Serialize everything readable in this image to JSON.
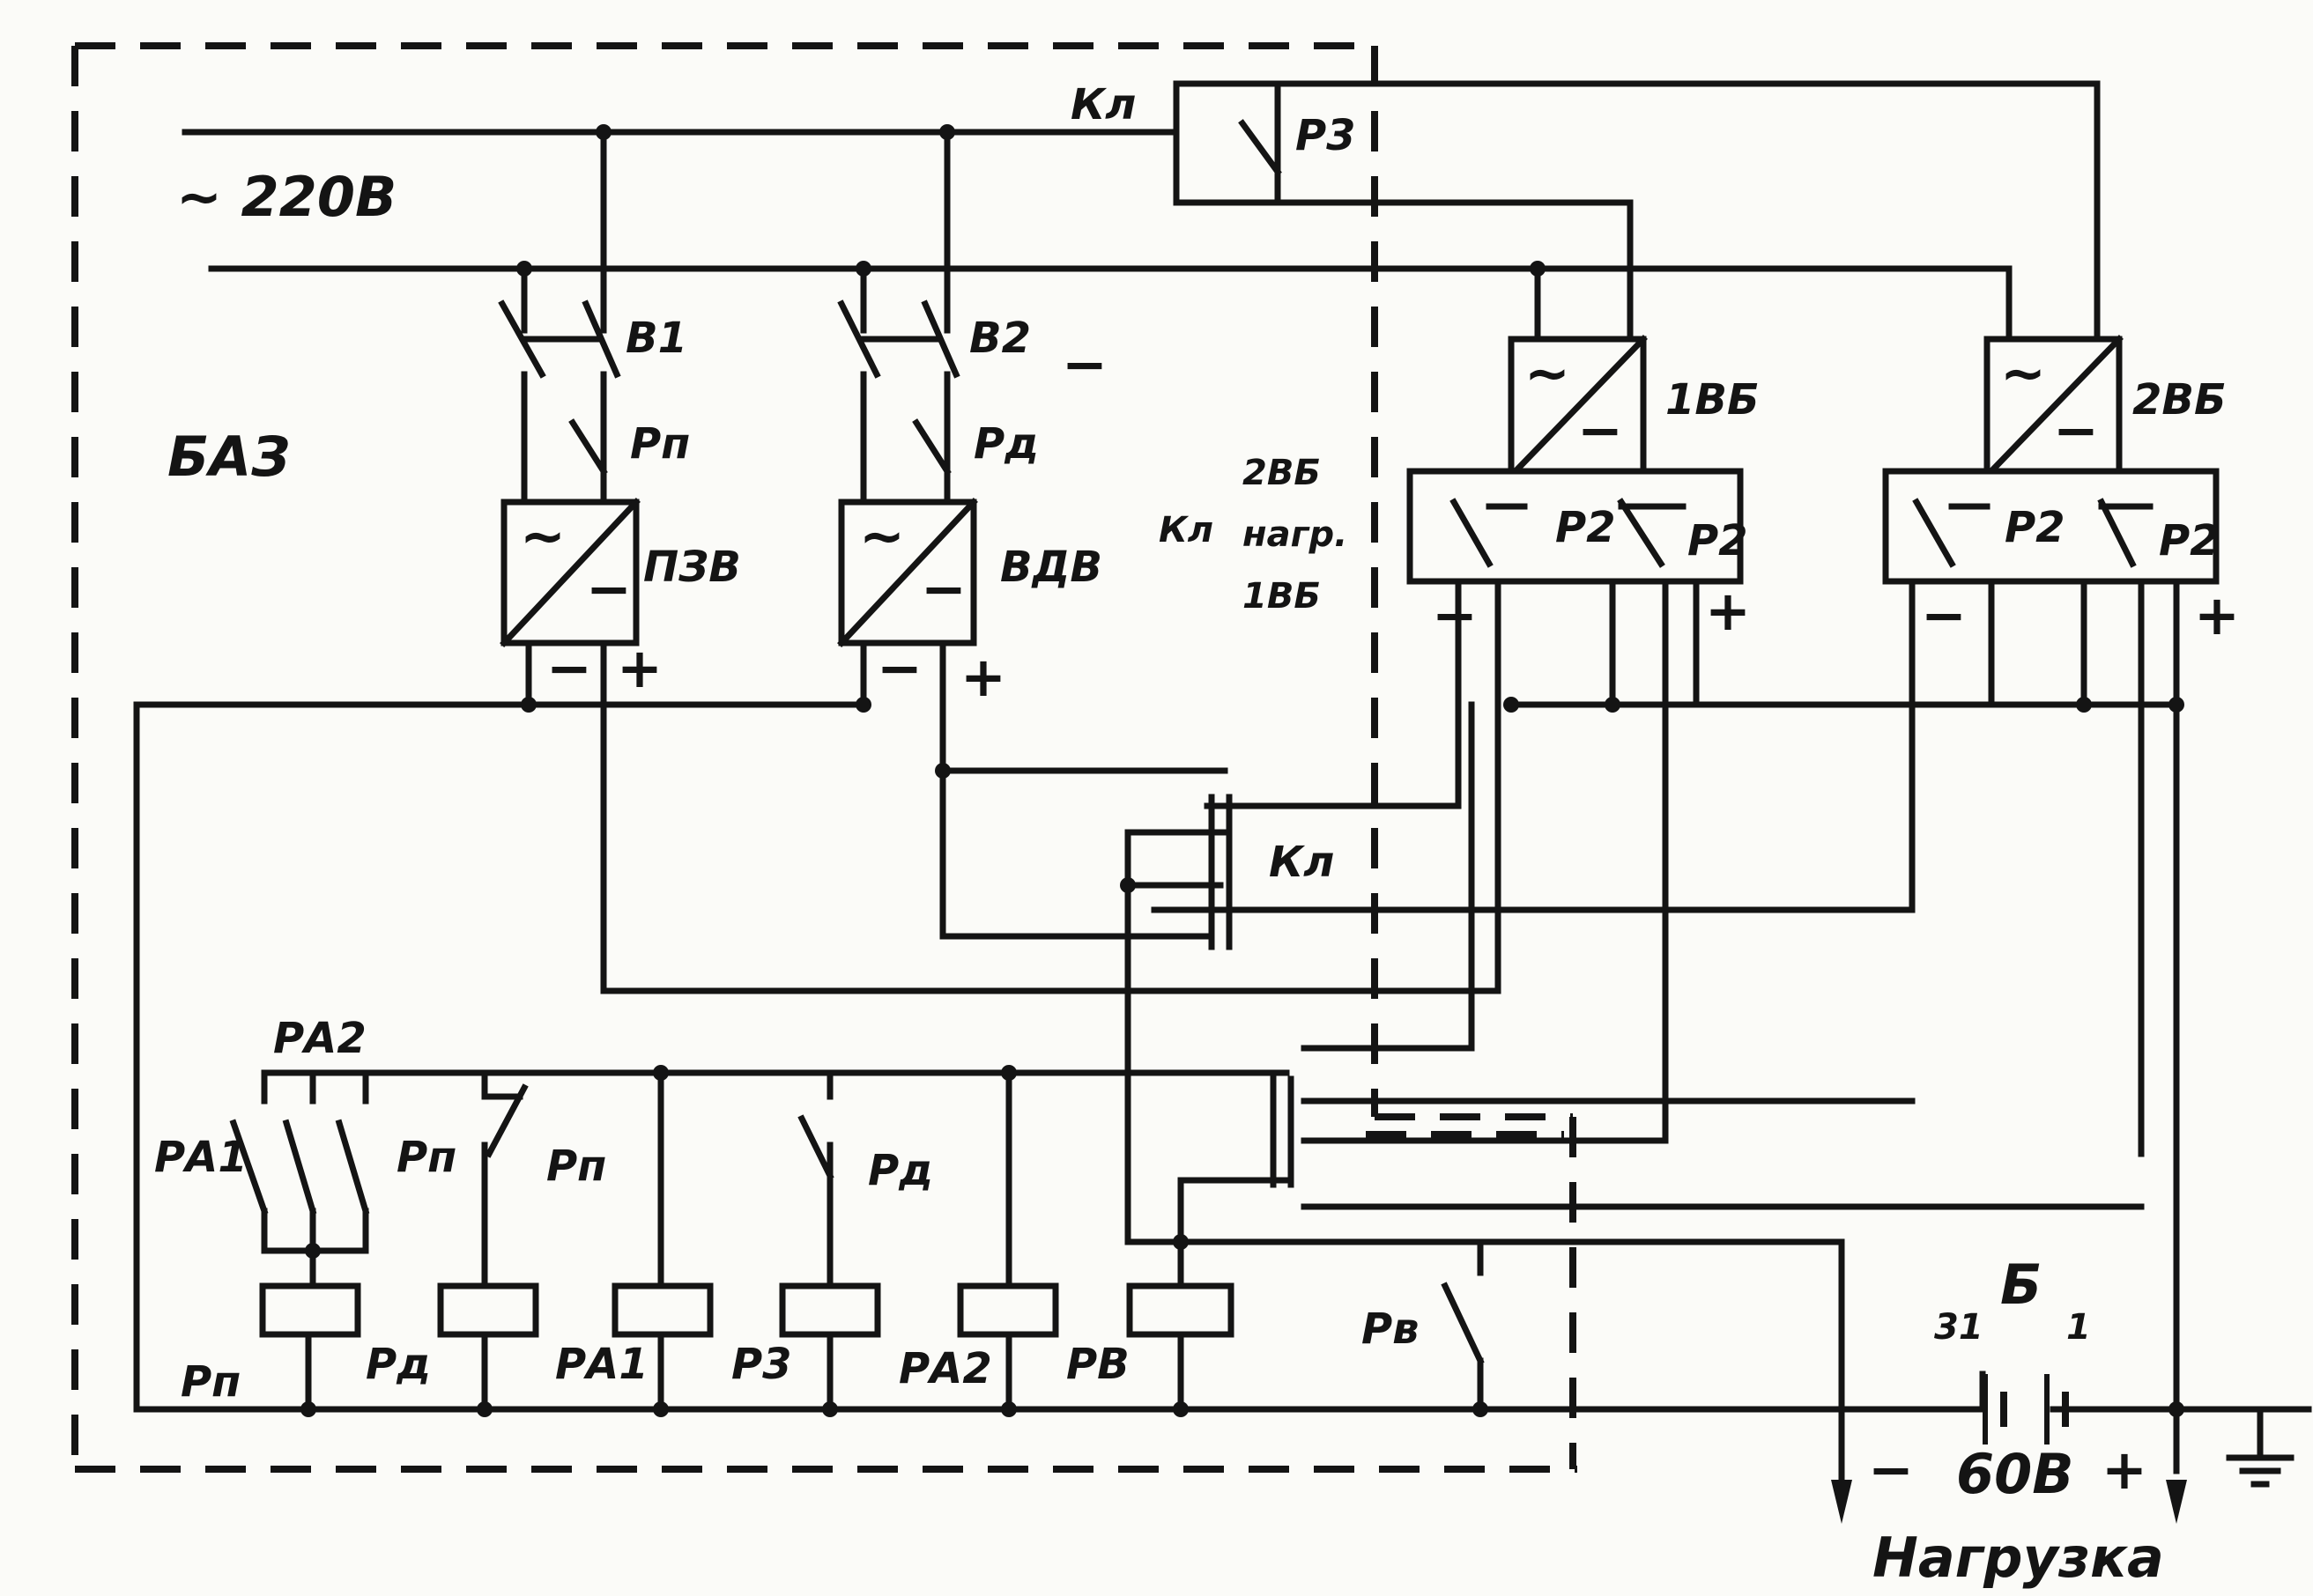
{
  "labels": {
    "mains": "~ 220В",
    "block": "БАЗ",
    "switch_b1": "В1",
    "switch_b2": "В2",
    "rect_pzv": "ПЗВ",
    "rect_vdv": "ВДВ",
    "rect_1vb": "1ВБ",
    "rect_2vb": "2ВБ",
    "contact_rp": "Рп",
    "contact_rd": "Рд",
    "contact_r3": "Р3",
    "contact_r2": "Р2",
    "switch_kl_top": "Кл",
    "switch_kl_mid": "Кл",
    "switch_kl_side": "Кл",
    "side_2vb": "2ВБ",
    "side_nagr": "нагр.",
    "side_1vb": "1ВБ",
    "contact_ra2": "РА2",
    "contact_ra1": "РА1",
    "contact_rb": "Рв",
    "battery": "Б",
    "cell_first": "31",
    "cell_last": "1",
    "voltage": "60В",
    "load": "Нагрузка",
    "coil_rp": "Рп",
    "coil_rd": "Рд",
    "coil_ra1": "РА1",
    "coil_r3": "Р3",
    "coil_ra2": "РА2",
    "coil_rb": "РВ",
    "minus": "−",
    "plus": "+",
    "ac_symbol": "~"
  }
}
